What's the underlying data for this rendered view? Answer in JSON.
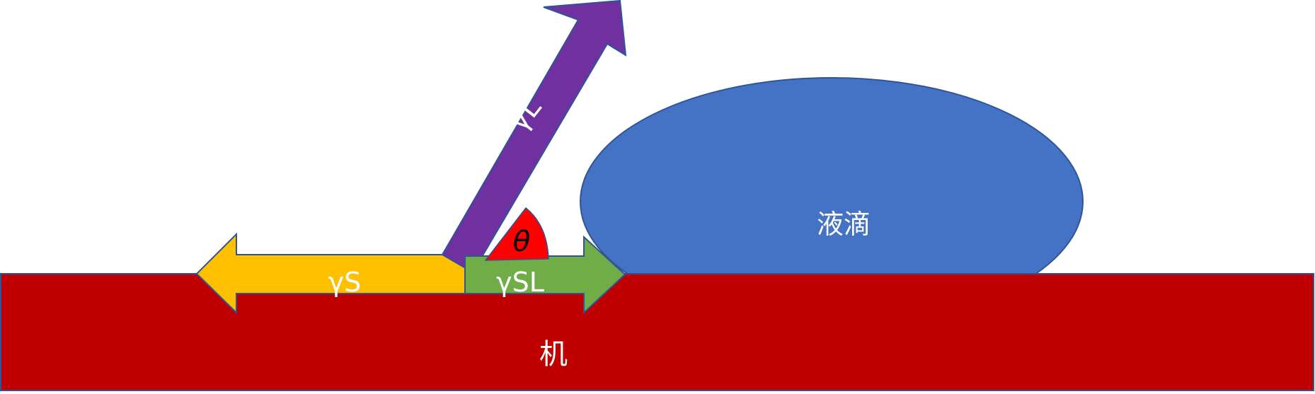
{
  "labels": {
    "gamma_l": "γL",
    "gamma_s": "γS",
    "gamma_sl": "γSL",
    "theta": "θ",
    "droplet": "液滴",
    "substrate": "机"
  },
  "colors": {
    "substrate": "#C00000",
    "droplet": "#4472C4",
    "gamma_s_arrow": "#FFC000",
    "gamma_l_arrow": "#7030A0",
    "gamma_sl_arrow": "#70AD47",
    "angle": "#FF0000",
    "outline": "#2F5597"
  }
}
